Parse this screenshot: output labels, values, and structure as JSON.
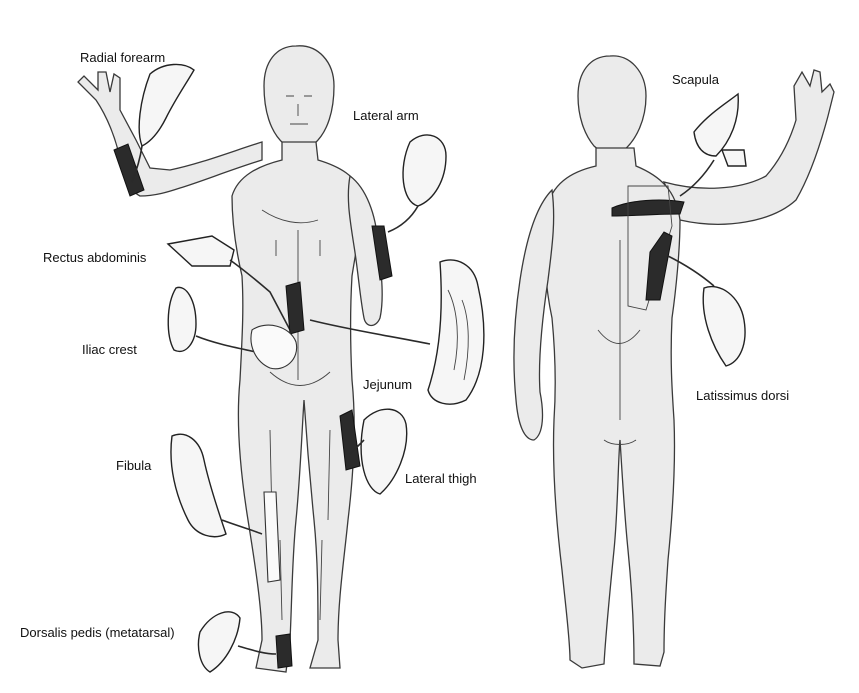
{
  "labels": {
    "radial_forearm": "Radial forearm",
    "lateral_arm": "Lateral arm",
    "rectus_abdominis": "Rectus abdominis",
    "iliac_crest": "Iliac crest",
    "jejunum": "Jejunum",
    "fibula": "Fibula",
    "lateral_thigh": "Lateral thigh",
    "dorsalis_pedis": "Dorsalis pedis (metatarsal)",
    "scapula": "Scapula",
    "latissimus_dorsi": "Latissimus dorsi"
  },
  "colors": {
    "background": "#ffffff",
    "body_fill": "#ebebeb",
    "outline": "#3a3a3a",
    "text": "#111111"
  }
}
